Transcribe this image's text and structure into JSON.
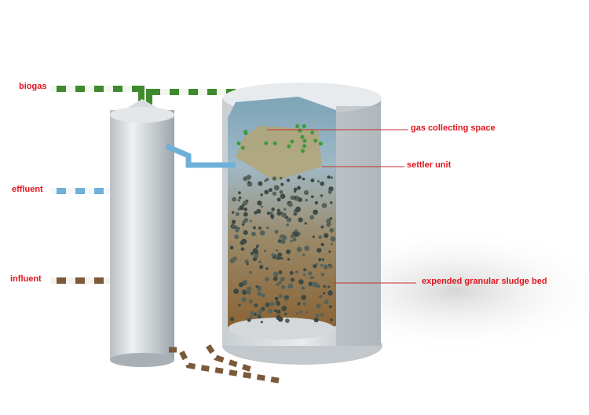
{
  "labels": {
    "biogas": "biogas",
    "effluent": "effluent",
    "influent": "influent",
    "gas_collecting_space": "gas collecting space",
    "settler_unit": "settler unit",
    "sludge_bed": "expended granular sludge bed"
  },
  "colors": {
    "label": "#e0141c",
    "biogas_pipe": "#3f8a2e",
    "effluent_pipe": "#6fb0d8",
    "influent_pipe": "#7a5a3a",
    "tank": "#d6dadd"
  }
}
